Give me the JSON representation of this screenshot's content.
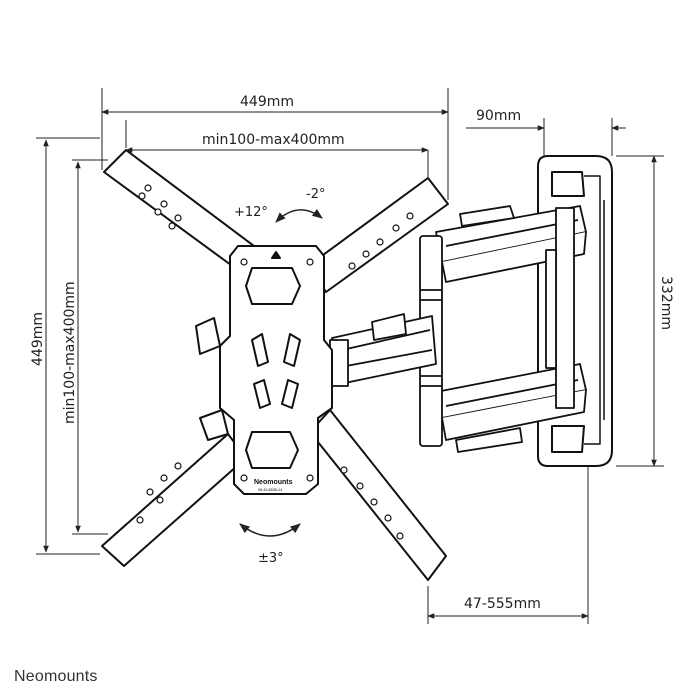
{
  "dimensions": {
    "overall_width": "449mm",
    "vesa_width": "min100-max400mm",
    "overall_height": "449mm",
    "vesa_height": "min100-max400mm",
    "bracket_width": "90mm",
    "bracket_height": "332mm",
    "extension": "47-555mm"
  },
  "angles": {
    "tilt_up": "+12°",
    "tilt_down": "-2°",
    "rotation": "±3°"
  },
  "plate_logo": "Neomounts",
  "plate_model": "WL40-550BL14",
  "brand": "Neomounts",
  "colors": {
    "stroke": "#111111",
    "fill": "#ffffff",
    "text": "#222222"
  }
}
